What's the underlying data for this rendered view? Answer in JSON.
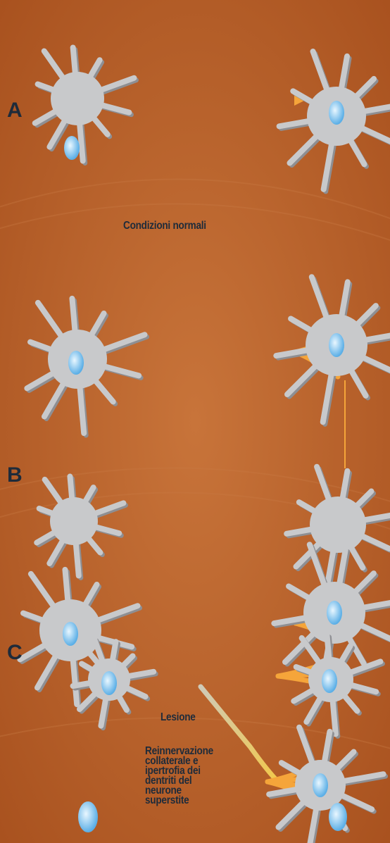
{
  "panels": {
    "a": {
      "letter": "A",
      "caption": "Condizioni normali"
    },
    "b": {
      "letter": "B"
    },
    "c": {
      "letter": "C",
      "lesion_label": "Lesione"
    }
  },
  "legend_lines": [
    "Reinnervazione",
    "collaterale e",
    "ipertrofia dei",
    "dentriti del",
    "neurone",
    "superstite"
  ],
  "colors": {
    "background": "#b8612c",
    "neuron": "#c8c9cb",
    "neuron_shadow": "#8e8f93",
    "nucleus": "#7cc2f0",
    "axon": "#f7c840",
    "synapse": "#f5a53a",
    "label": "#1e2b3a"
  }
}
